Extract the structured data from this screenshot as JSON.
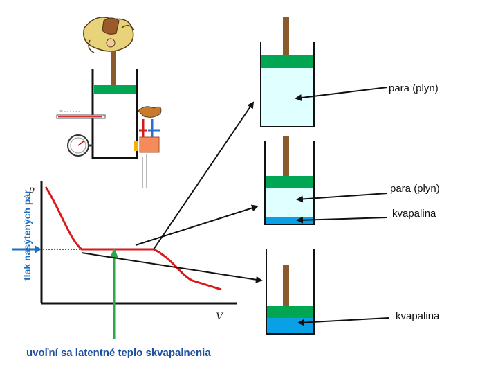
{
  "labels": {
    "vapor_top": "para (plyn)",
    "vapor_mid": "para (plyn)",
    "liquid_mid": "kvapalina",
    "liquid_bottom": "kvapalina",
    "y_axis": "p",
    "x_axis": "V",
    "saturated_pressure": "tlak nasýtených pár",
    "latent_heat": "uvoľní sa latentné teplo skvapalnenia"
  },
  "colors": {
    "piston": "#00a651",
    "rod": "#8b5a2b",
    "vapor": "#e0ffff",
    "liquid": "#0aa0e6",
    "curve": "#d91a1a",
    "pressure_marker": "#1e6fc0",
    "heat_marker": "#2aa84a",
    "orange_block": "#f58a5a"
  },
  "cylinders": [
    {
      "state": "vapor",
      "liquid_fraction": 0.0
    },
    {
      "state": "mixed",
      "liquid_fraction": 0.12
    },
    {
      "state": "liquid",
      "liquid_fraction": 1.0
    }
  ]
}
